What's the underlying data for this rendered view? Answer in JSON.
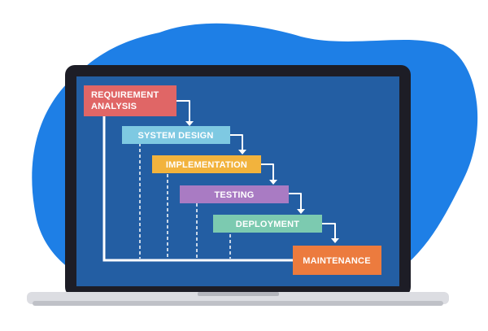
{
  "diagram": {
    "stages": [
      {
        "label_lines": [
          "REQUIREMENT",
          "ANALYSIS"
        ],
        "color": "#e06666"
      },
      {
        "label_lines": [
          "SYSTEM DESIGN"
        ],
        "color": "#7ec9e2"
      },
      {
        "label_lines": [
          "IMPLEMENTATION"
        ],
        "color": "#f2b33d"
      },
      {
        "label_lines": [
          "TESTING"
        ],
        "color": "#a97bc3"
      },
      {
        "label_lines": [
          "DEPLOYMENT"
        ],
        "color": "#7ccab0"
      },
      {
        "label_lines": [
          "MAINTENANCE"
        ],
        "color": "#ec7b3e"
      }
    ]
  },
  "colors": {
    "blob": "#1e7fe6",
    "laptop_bezel": "#1d1d26",
    "screen": "#235ea3",
    "laptop_base": "#dcdde2",
    "connector": "#ffffff"
  }
}
